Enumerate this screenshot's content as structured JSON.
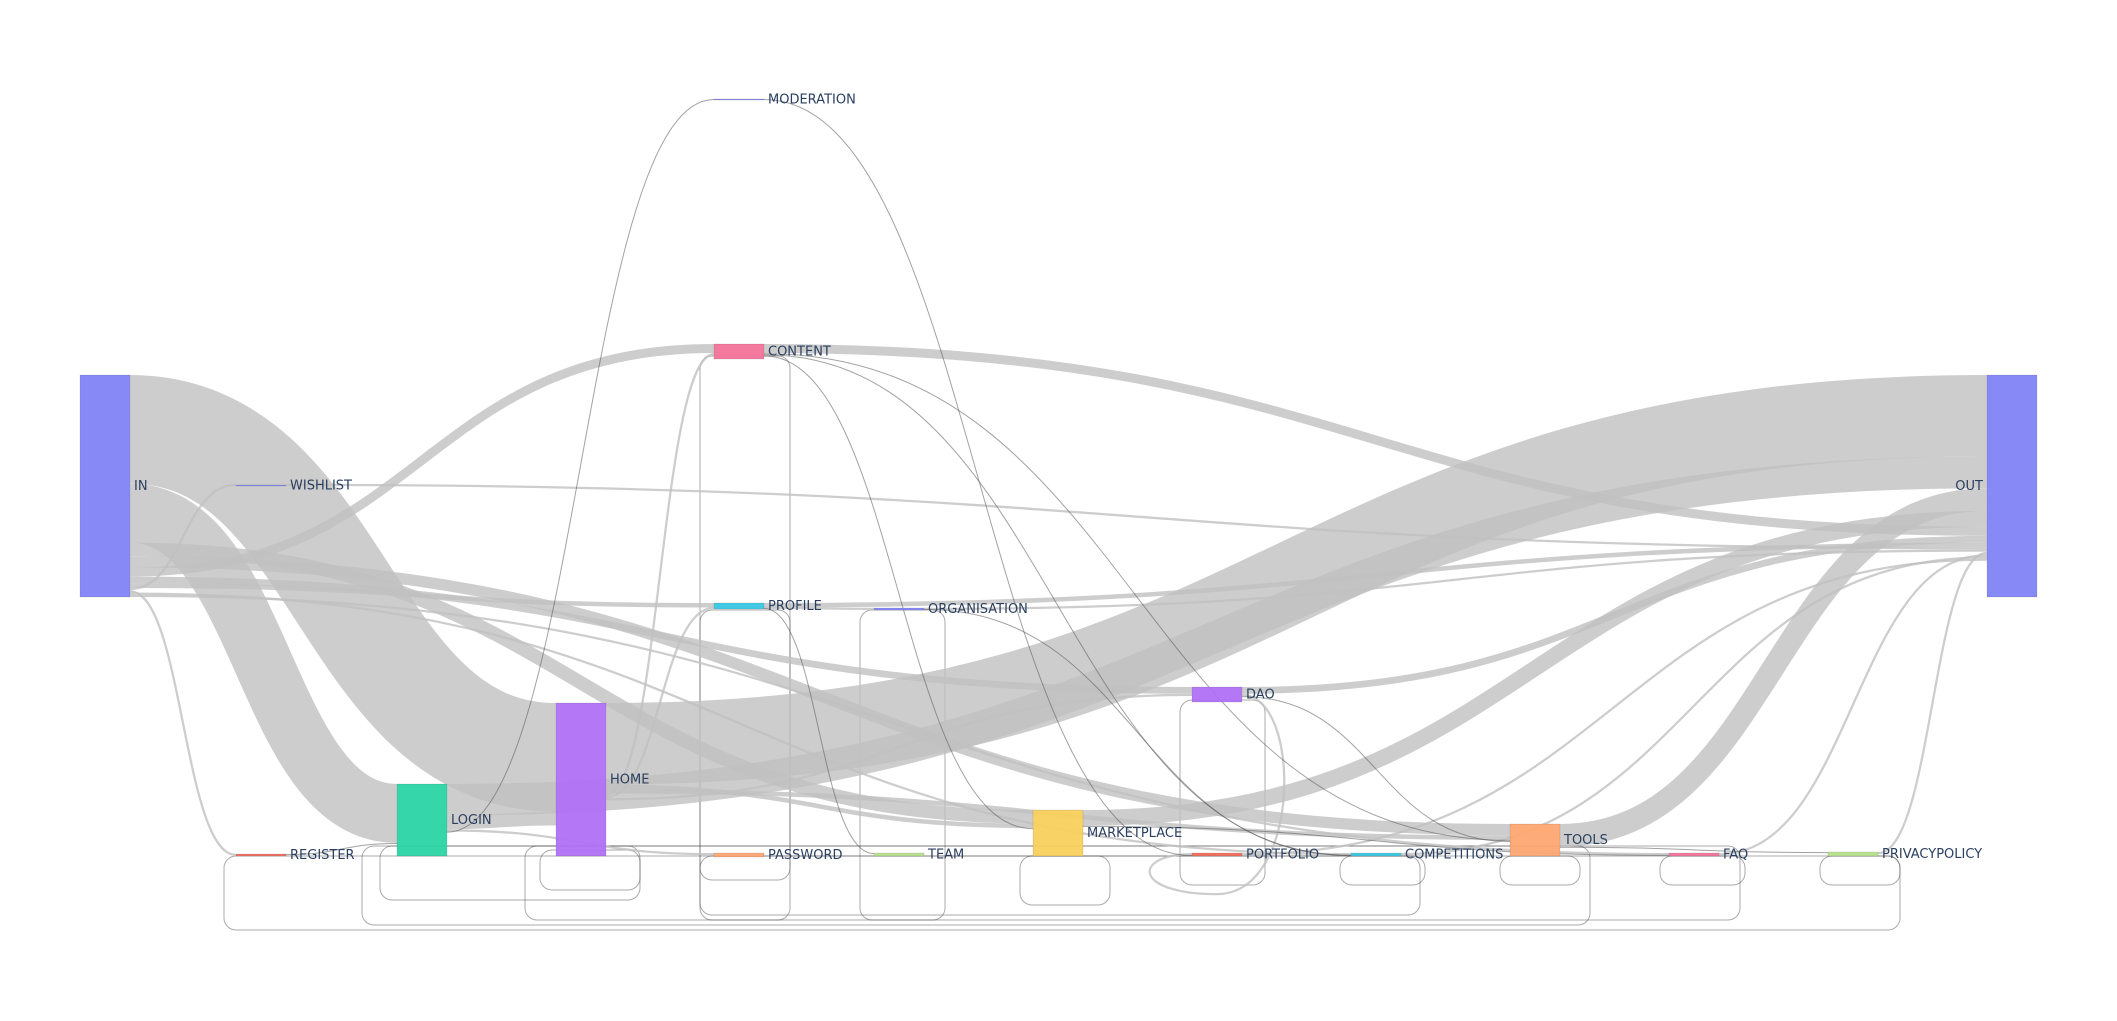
{
  "chart_data": {
    "type": "sankey",
    "node_color_default": "#8184f5",
    "link_color": "#c0c0c0",
    "nodes": [
      {
        "id": "IN",
        "label": "IN",
        "color": "#8184f5"
      },
      {
        "id": "OUT",
        "label": "OUT",
        "color": "#8184f5"
      },
      {
        "id": "MODERATION",
        "label": "MODERATION",
        "color": "#8184f5"
      },
      {
        "id": "CONTENT",
        "label": "CONTENT",
        "color": "#f2729a"
      },
      {
        "id": "WISHLIST",
        "label": "WISHLIST",
        "color": "#8184f5"
      },
      {
        "id": "PROFILE",
        "label": "PROFILE",
        "color": "#38c6e3"
      },
      {
        "id": "ORGANISATION",
        "label": "ORGANISATION",
        "color": "#8184f5"
      },
      {
        "id": "DAO",
        "label": "DAO",
        "color": "#b070f5"
      },
      {
        "id": "HOME",
        "label": "HOME",
        "color": "#b070f5"
      },
      {
        "id": "LOGIN",
        "label": "LOGIN",
        "color": "#2bd4a6"
      },
      {
        "id": "MARKETPLACE",
        "label": "MARKETPLACE",
        "color": "#f8d05c"
      },
      {
        "id": "TOOLS",
        "label": "TOOLS",
        "color": "#fca772"
      },
      {
        "id": "REGISTER",
        "label": "REGISTER",
        "color": "#ef6a5a"
      },
      {
        "id": "PASSWORD",
        "label": "PASSWORD",
        "color": "#fca772"
      },
      {
        "id": "TEAM",
        "label": "TEAM",
        "color": "#b5e08a"
      },
      {
        "id": "PORTFOLIO",
        "label": "PORTFOLIO",
        "color": "#ef6a5a"
      },
      {
        "id": "COMPETITIONS",
        "label": "COMPETITIONS",
        "color": "#38c6e3"
      },
      {
        "id": "FAQ",
        "label": "FAQ",
        "color": "#f2729a"
      },
      {
        "id": "PRIVACYPOLICY",
        "label": "PRIVACYPOLICY",
        "color": "#b5e08a"
      }
    ],
    "links": [
      {
        "source": "IN",
        "target": "HOME",
        "value": 48
      },
      {
        "source": "IN",
        "target": "LOGIN",
        "value": 26
      },
      {
        "source": "IN",
        "target": "CONTENT",
        "value": 4
      },
      {
        "source": "IN",
        "target": "WISHLIST",
        "value": 1
      },
      {
        "source": "IN",
        "target": "MARKETPLACE",
        "value": 6
      },
      {
        "source": "IN",
        "target": "TOOLS",
        "value": 5
      },
      {
        "source": "IN",
        "target": "DAO",
        "value": 3
      },
      {
        "source": "IN",
        "target": "PROFILE",
        "value": 2
      },
      {
        "source": "IN",
        "target": "REGISTER",
        "value": 1
      },
      {
        "source": "IN",
        "target": "COMPETITIONS",
        "value": 1
      },
      {
        "source": "IN",
        "target": "FAQ",
        "value": 1
      },
      {
        "source": "CONTENT",
        "target": "OUT",
        "value": 4
      },
      {
        "source": "WISHLIST",
        "target": "OUT",
        "value": 1
      },
      {
        "source": "HOME",
        "target": "OUT",
        "value": 36
      },
      {
        "source": "LOGIN",
        "target": "OUT",
        "value": 14
      },
      {
        "source": "DAO",
        "target": "OUT",
        "value": 3
      },
      {
        "source": "TOOLS",
        "target": "OUT",
        "value": 10
      },
      {
        "source": "MARKETPLACE",
        "target": "OUT",
        "value": 7
      },
      {
        "source": "PROFILE",
        "target": "OUT",
        "value": 2
      },
      {
        "source": "ORGANISATION",
        "target": "OUT",
        "value": 1
      },
      {
        "source": "PRIVACYPOLICY",
        "target": "OUT",
        "value": 1
      },
      {
        "source": "FAQ",
        "target": "OUT",
        "value": 1
      },
      {
        "source": "COMPETITIONS",
        "target": "OUT",
        "value": 1
      },
      {
        "source": "PORTFOLIO",
        "target": "OUT",
        "value": 1
      },
      {
        "source": "LOGIN",
        "target": "HOME",
        "value": 6
      },
      {
        "source": "LOGIN",
        "target": "PASSWORD",
        "value": 1
      },
      {
        "source": "LOGIN",
        "target": "MODERATION",
        "value": 0.4
      },
      {
        "source": "HOME",
        "target": "MARKETPLACE",
        "value": 2
      },
      {
        "source": "HOME",
        "target": "TOOLS",
        "value": 2
      },
      {
        "source": "HOME",
        "target": "CONTENT",
        "value": 1
      },
      {
        "source": "HOME",
        "target": "PROFILE",
        "value": 1
      },
      {
        "source": "HOME",
        "target": "DAO",
        "value": 1
      },
      {
        "source": "MODERATION",
        "target": "PORTFOLIO",
        "value": 0.4
      },
      {
        "source": "CONTENT",
        "target": "TOOLS",
        "value": 0.5
      },
      {
        "source": "CONTENT",
        "target": "COMPETITIONS",
        "value": 0.5
      },
      {
        "source": "CONTENT",
        "target": "MARKETPLACE",
        "value": 0.5
      },
      {
        "source": "PROFILE",
        "target": "ORGANISATION",
        "value": 1
      },
      {
        "source": "PROFILE",
        "target": "TEAM",
        "value": 0.5
      },
      {
        "source": "ORGANISATION",
        "target": "COMPETITIONS",
        "value": 0.5
      },
      {
        "source": "DAO",
        "target": "PORTFOLIO",
        "value": 1
      },
      {
        "source": "DAO",
        "target": "TOOLS",
        "value": 0.5
      },
      {
        "source": "MARKETPLACE",
        "target": "FAQ",
        "value": 0.5
      },
      {
        "source": "TOOLS",
        "target": "PRIVACYPOLICY",
        "value": 0.5
      },
      {
        "source": "REGISTER",
        "target": "LOGIN",
        "value": 0.5
      }
    ]
  }
}
